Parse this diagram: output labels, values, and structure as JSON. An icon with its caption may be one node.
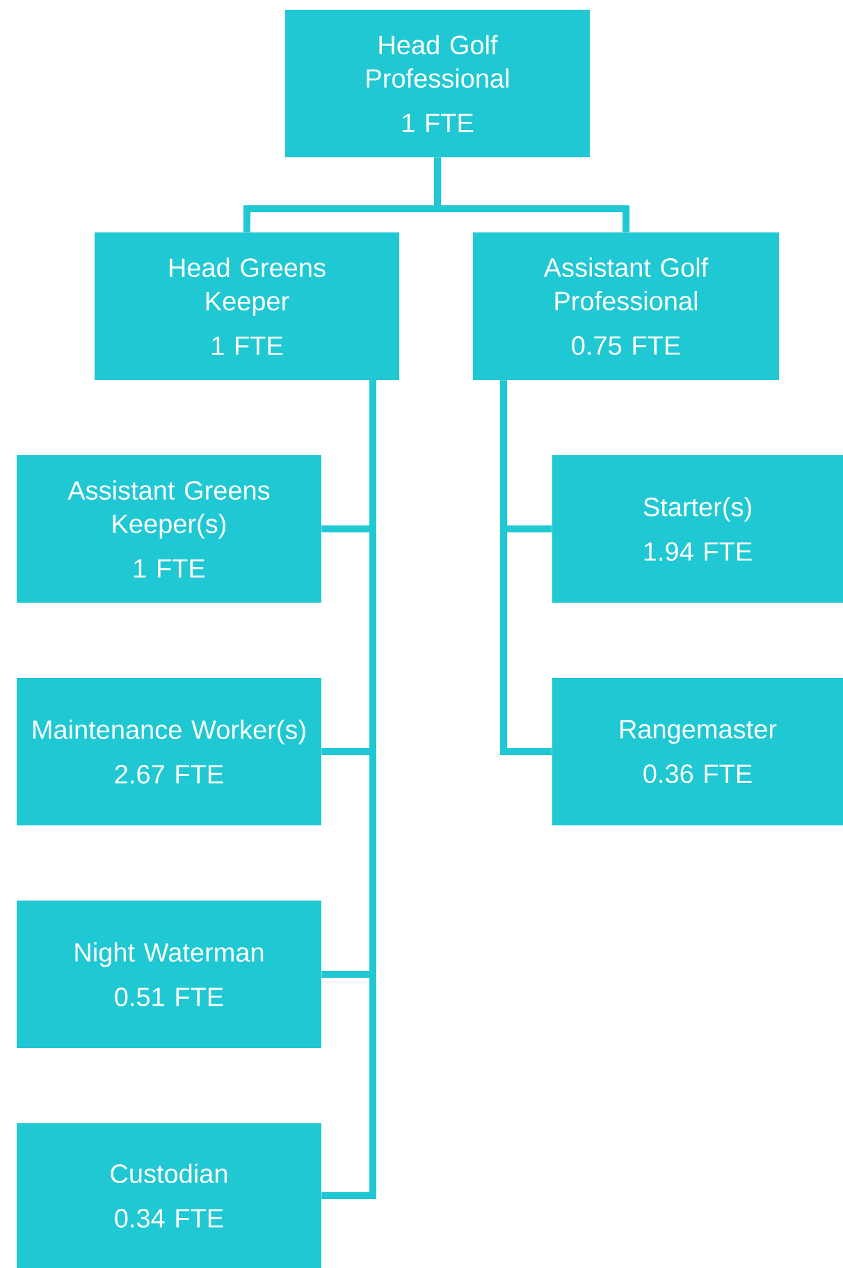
{
  "diagram": {
    "nodes": [
      {
        "text": [
          "Head Golf Professional",
          "1 FTE"
        ]
      },
      {
        "text": [
          "Head Greens Keeper",
          "1 FTE"
        ]
      },
      {
        "text": [
          "Assistant Golf Professional",
          "0.75 FTE"
        ]
      },
      {
        "text": [
          "Assistant Greens Keeper(s)",
          "1 FTE"
        ]
      },
      {
        "text": [
          "Maintenance Worker(s)",
          "2.67 FTE"
        ]
      },
      {
        "text": [
          "Night Waterman",
          "0.51 FTE"
        ]
      },
      {
        "text": [
          "Custodian",
          "0.34 FTE"
        ]
      },
      {
        "text": [
          "Starter(s)",
          "1.94 FTE"
        ]
      },
      {
        "text": [
          "Rangemaster",
          "0.36 FTE"
        ]
      }
    ],
    "edges": [
      {
        "from": 0,
        "to": 1,
        "arrow": "none"
      },
      {
        "from": 0,
        "to": 2,
        "arrow": "none"
      },
      {
        "from": 1,
        "to": 3,
        "arrow": "none"
      },
      {
        "from": 1,
        "to": 4,
        "arrow": "none"
      },
      {
        "from": 1,
        "to": 5,
        "arrow": "none"
      },
      {
        "from": 1,
        "to": 6,
        "arrow": "none"
      },
      {
        "from": 2,
        "to": 7,
        "arrow": "none"
      },
      {
        "from": 2,
        "to": 8,
        "arrow": "none"
      }
    ]
  }
}
